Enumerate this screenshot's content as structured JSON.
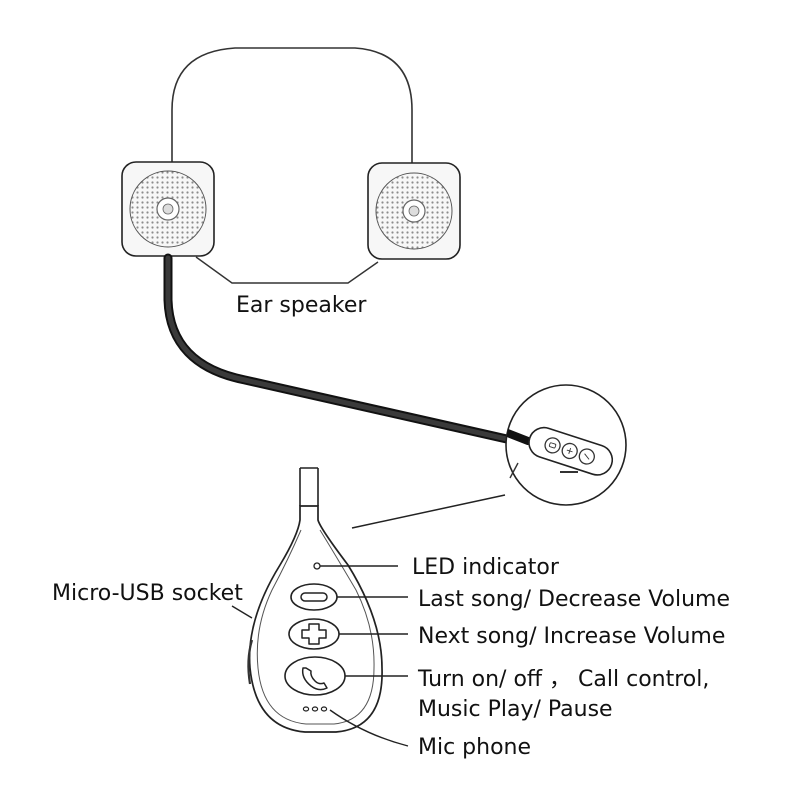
{
  "labels": {
    "ear_speaker": "Ear speaker",
    "micro_usb": "Micro-USB socket",
    "led": "LED indicator",
    "last_song": "Last song/ Decrease Volume",
    "next_song": "Next song/ Increase Volume",
    "power_line1": "Turn on/ off ， Call control,",
    "power_line2": "Music Play/ Pause",
    "mic": "Mic phone"
  },
  "colors": {
    "line": "#1a1a1a",
    "cable": "#111111",
    "speaker_body": "#f7f7f7",
    "grille": "#9a9a9a",
    "background": "#ffffff"
  },
  "icons": {
    "left_speaker": "ear-speaker-icon",
    "right_speaker": "ear-speaker-icon",
    "minus_button": "minus-icon",
    "plus_button": "plus-icon",
    "phone_button": "phone-icon"
  }
}
